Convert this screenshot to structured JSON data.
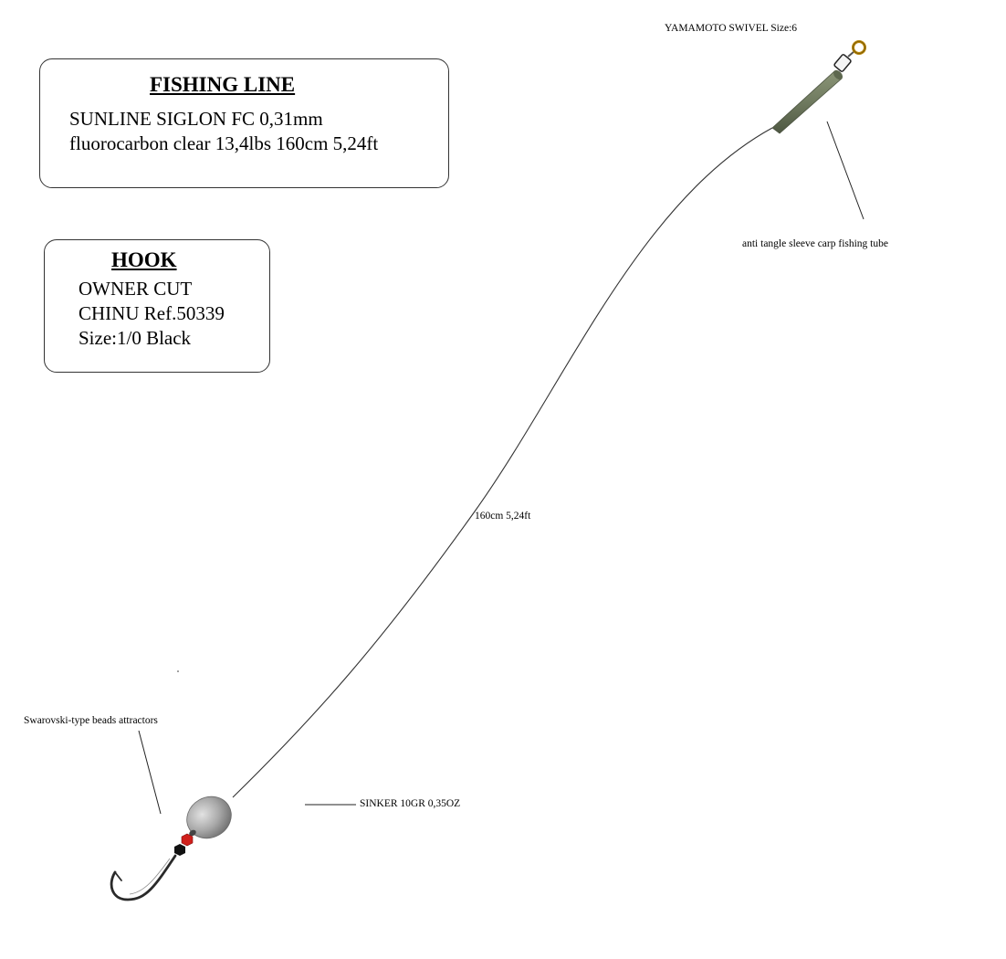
{
  "fishing_line_box": {
    "title": "FISHING LINE",
    "lines": [
      "SUNLINE SIGLON FC 0,31mm",
      "fluorocarbon clear 13,4lbs 160cm 5,24ft"
    ]
  },
  "hook_box": {
    "title": "HOOK",
    "lines": [
      "OWNER CUT",
      "CHINU Ref.50339",
      "Size:1/0 Black"
    ]
  },
  "labels": {
    "swivel": "YAMAMOTO SWIVEL Size:6",
    "sleeve": "anti tangle sleeve  carp fishing tube",
    "length": "160cm 5,24ft",
    "beads": "Swarovski-type beads attractors",
    "sinker": "SINKER 10GR 0,35OZ"
  },
  "colors": {
    "line": "#333333",
    "sleeve": "#6f7a5f",
    "swivel_ring": "#b8860b",
    "sinker": "#a9a9a9",
    "bead_red": "#d0201b",
    "bead_black": "#111111"
  }
}
